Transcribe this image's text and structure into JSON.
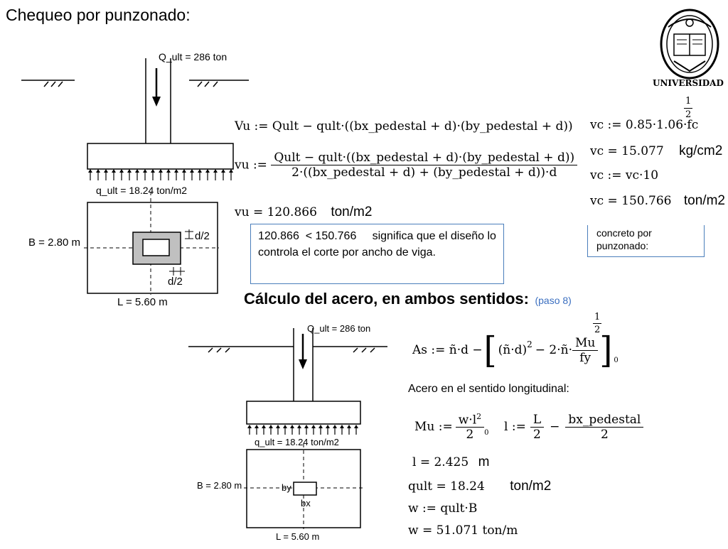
{
  "slide": {
    "title": "Chequeo por punzonado:",
    "logo_text": "UNIVERSIDAD"
  },
  "diagram1": {
    "load_label": "Q_ult = 286  ton",
    "pressure_label": "q_ult = 18.24  ton/m2",
    "b_label": "B = 2.80 m",
    "l_label": "L = 5.60 m",
    "d2_right": "d/2",
    "d2_bottom": "d/2"
  },
  "equations": {
    "Vu_lhs": "Vu :=",
    "Vu_rhs": "Qult − qult·((bx_pedestal + d)·(by_pedestal + d))",
    "vu_lhs": "vu :=",
    "vu_num": "Qult − qult·((bx_pedestal + d)·(by_pedestal + d))",
    "vu_den": "2·((bx_pedestal + d) + (by_pedestal + d))·d",
    "vu_result": "vu = 120.866",
    "vu_unit": "ton/m2"
  },
  "vc_block": {
    "vc_def": "vc := 0.85·1.06·fc",
    "vc_exp_num": "1",
    "vc_exp_den": "2",
    "vc_val1": "vc = 15.077",
    "vc_unit1": "kg/cm2",
    "vc_scale": "vc := vc·10",
    "vc_val2": "vc = 150.766",
    "vc_unit2": "ton/m2",
    "note": "concreto por punzonado:"
  },
  "conclusion_box": {
    "text": "120.866  < 150.766     significa que el diseño lo controla el corte por ancho de viga."
  },
  "section2": {
    "heading": "Cálculo del acero, en ambos sentidos:",
    "step": "(paso 8)"
  },
  "diagram2": {
    "load_label": "Q_ult = 286  ton",
    "pressure_label": "q_ult = 18.24 ton/m2",
    "b_label": "B = 2.80 m",
    "l_label": "L = 5.60 m",
    "by_label": "by",
    "bx_label": "bx"
  },
  "steel": {
    "As_lhs": "As := ñ·d −",
    "As_inner": "(ñ·d)",
    "As_sq": "2",
    "As_mid": "− 2·ñ·",
    "As_num": "Mu",
    "As_den": "fy",
    "As_exp_num": "1",
    "As_exp_den": "2",
    "As_sub": "0",
    "long_label": "Acero en el sentido longitudinal:",
    "Mu_lhs": "Mu :=",
    "Mu_num": "w·l",
    "Mu_num_exp": "2",
    "Mu_den": "2",
    "Mu_sub": "0",
    "l_lhs": "l :=",
    "l_num1": "L",
    "l_den1": "2",
    "l_minus": "−",
    "l_num2": "bx_pedestal",
    "l_den2": "2",
    "l_val": "l = 2.425",
    "l_unit": "m",
    "qult_val": "qult = 18.24",
    "qult_unit": "ton/m2",
    "w_def": "w := qult·B",
    "w_val": "w = 51.071 ton/m"
  }
}
